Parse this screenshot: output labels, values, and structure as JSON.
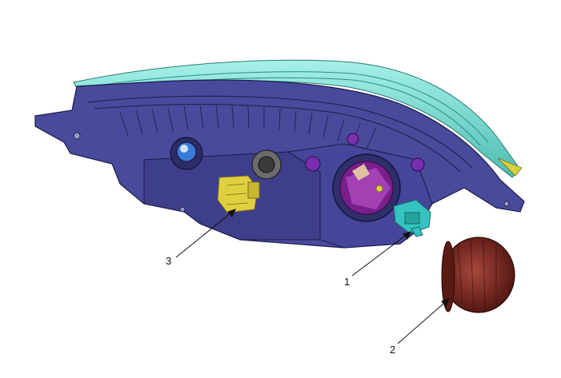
{
  "callouts": [
    {
      "number": "1",
      "component": "bulb-socket-cyan"
    },
    {
      "number": "2",
      "component": "dust-cover-cap"
    },
    {
      "number": "3",
      "component": "bulb-socket-yellow"
    }
  ],
  "colors": {
    "housing": "#4a4a9c",
    "housing_dark": "#2e2e6e",
    "lens": "#5fd6c8",
    "reflector": "#7a1f8a",
    "bulb_socket_1": "#34c3c0",
    "bulb_socket_3": "#e0d040",
    "dust_cover": "#7a2a22"
  }
}
